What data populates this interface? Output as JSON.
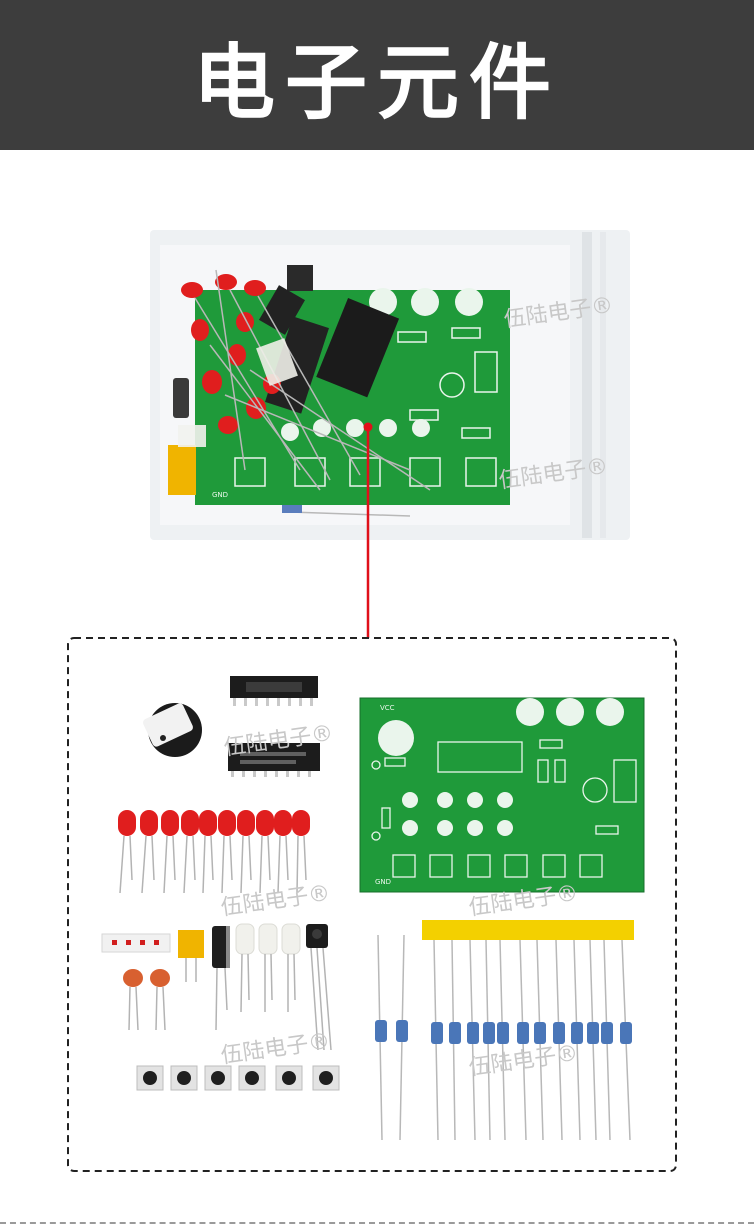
{
  "header": {
    "title": "电子元件"
  },
  "watermark": {
    "text": "伍陆电子®"
  },
  "pcb_labels": {
    "gnd": "GND",
    "vcc": "VCC"
  },
  "colors": {
    "header_bg": "#3d3d3d",
    "pcb_green": "#1f9a3a",
    "arrow_red": "#e0101a",
    "led_red": "#e01e1e"
  }
}
